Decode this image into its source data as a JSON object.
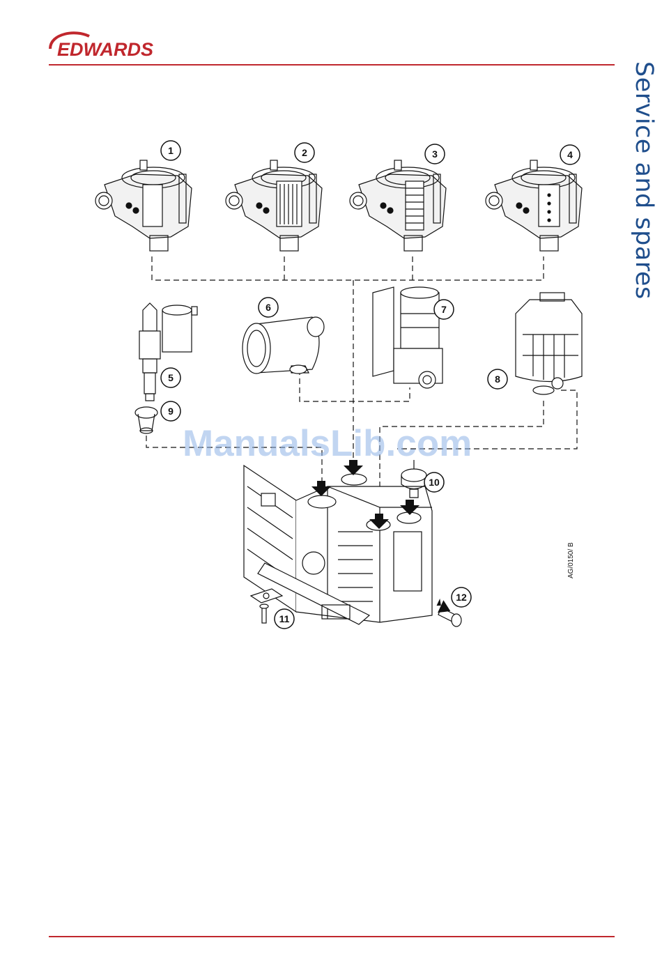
{
  "header": {
    "brand": "EDWARDS",
    "brand_color": "#c0272d"
  },
  "sidebar": {
    "title": "Service and spares",
    "title_color": "#1f4e8c"
  },
  "watermark": {
    "text": "ManualsLib.com"
  },
  "figure": {
    "code": "AG/0150/ B",
    "callouts": [
      "1",
      "2",
      "3",
      "4",
      "5",
      "6",
      "7",
      "8",
      "9",
      "10",
      "11",
      "12"
    ]
  }
}
